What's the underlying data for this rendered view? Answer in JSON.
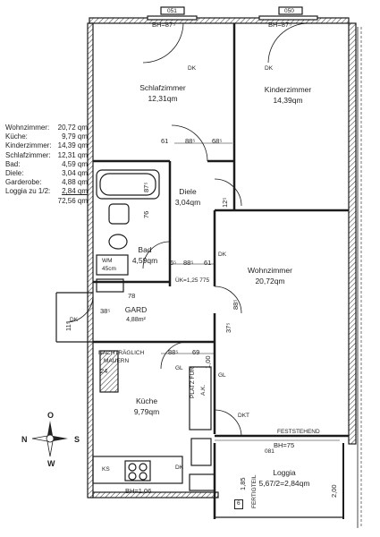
{
  "area_list": {
    "rows": [
      {
        "label": "Wohnzimmer:",
        "value": "20,72 qm"
      },
      {
        "label": "Küche:",
        "value": "9,79 qm"
      },
      {
        "label": "Kinderzimmer:",
        "value": "14,39 qm"
      },
      {
        "label": "Schlafzimmer:",
        "value": "12,31 qm"
      },
      {
        "label": "Bad:",
        "value": "4,59 qm"
      },
      {
        "label": "Diele:",
        "value": "3,04 qm"
      },
      {
        "label": "Garderobe:",
        "value": "4,88 qm"
      },
      {
        "label": "Loggia zu 1/2:",
        "value": "2,84 qm"
      }
    ],
    "total": "72,56 qm"
  },
  "rooms": {
    "schlafzimmer": {
      "name": "Schlafzimmer",
      "area": "12,31qm"
    },
    "kinderzimmer": {
      "name": "Kinderzimmer",
      "area": "14,39qm"
    },
    "diele": {
      "name": "Diele",
      "area": "3,04qm"
    },
    "bad": {
      "name": "Bad",
      "area": "4,59qm"
    },
    "wohnzimmer": {
      "name": "Wohnzimmer",
      "area": "20,72qm"
    },
    "gard": {
      "name": "GARD",
      "area": "4,88m²"
    },
    "kueche": {
      "name": "Küche",
      "area": "9,79qm"
    },
    "loggia": {
      "name": "Loggia",
      "area": "5,67/2=2,84qm"
    }
  },
  "labels": {
    "dk": "DK",
    "dkt": "DKT",
    "wm": "WM",
    "wm_size": "45cm",
    "ks": "KS",
    "gl": "GL",
    "nachtraeglich": "NACHTRÄGLICH",
    "mauern": "MAUERN",
    "platz": "PLATZ FÜR",
    "ak": "A.K.",
    "feststehend": "FESTSTEHEND",
    "fertigteil": "FERTIGTEIL",
    "tag_051": "051",
    "tag_050": "050",
    "tag_081": "081",
    "six": "6"
  },
  "dims": {
    "bh_top1": "BH=87⁵",
    "bh_top2": "BH=87⁵",
    "bh_loggia": "BH=75",
    "bh_kitchen": "BH=1,06",
    "d_61": "61",
    "d_885a": "88⁵",
    "d_685": "68⁵",
    "d_875": "87⁵",
    "d_125": "12⁵",
    "d_76": "76",
    "d_65": "6⁵",
    "d_885b": "88⁵",
    "d_61b": "61",
    "d_78": "78",
    "d_385": "38⁵",
    "d_885c": "88⁵",
    "d_115": "11⁵",
    "d_375": "37⁵",
    "d_885d": "88⁵",
    "d_69": "69",
    "d_100": "1,00",
    "d_24": "24",
    "d_185": "1,85",
    "d_200": "2,00",
    "d_rh": "ÜK=1,25 775"
  },
  "compass": {
    "n": "N",
    "s": "S",
    "o": "O",
    "w": "W"
  }
}
